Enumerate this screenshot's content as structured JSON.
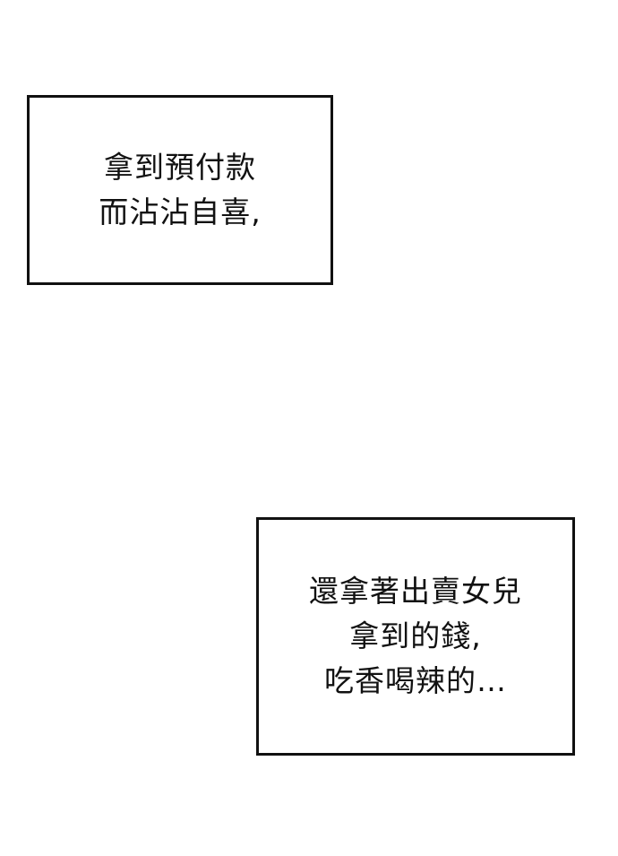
{
  "captions": [
    {
      "lines": [
        "拿到預付款",
        "而沾沾自喜,"
      ]
    },
    {
      "lines": [
        "還拿著出賣女兒",
        "拿到的錢,",
        "吃香喝辣的…"
      ]
    }
  ],
  "colors": {
    "background": "#ffffff",
    "border": "#111111",
    "text": "#111111"
  }
}
